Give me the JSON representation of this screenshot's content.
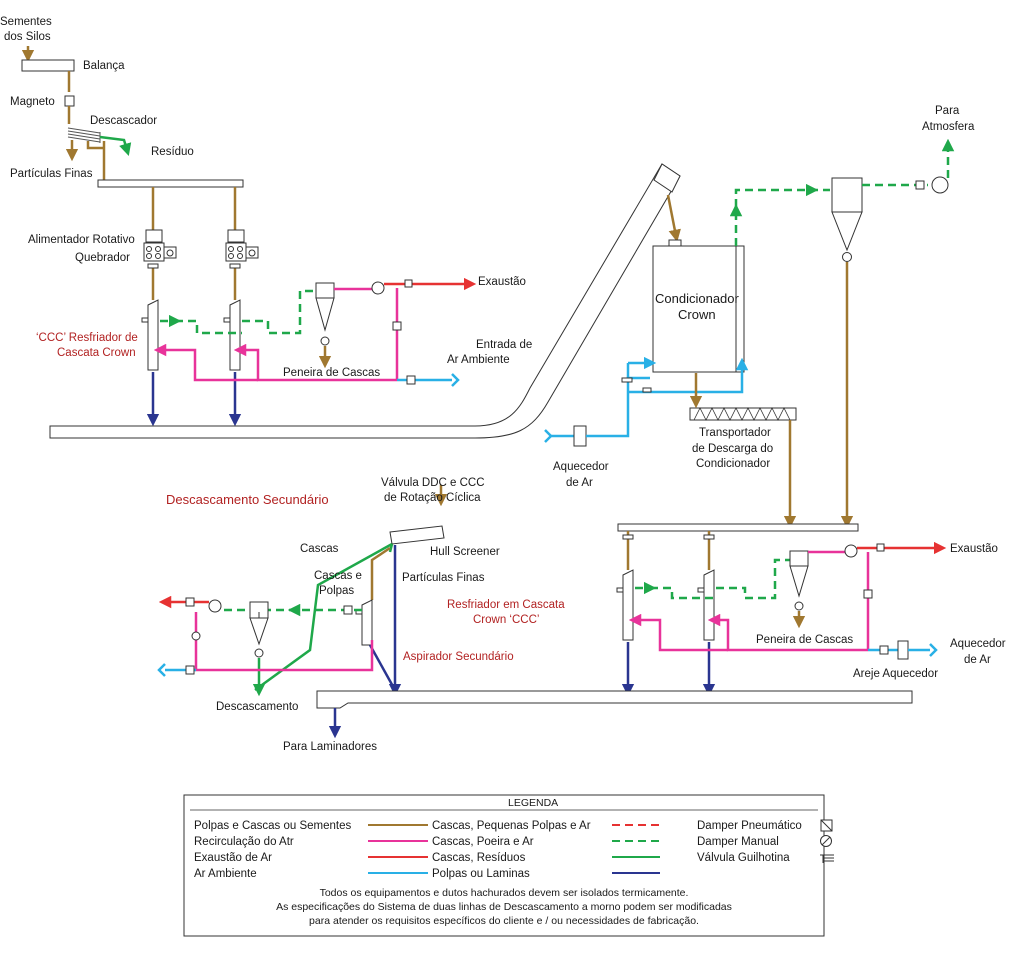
{
  "labels": {
    "sementes_1": "Sementes",
    "sementes_2": "dos Silos",
    "balanca": "Balança",
    "magneto": "Magneto",
    "descascador": "Descascador",
    "residuo": "Resíduo",
    "particulas_finas_top": "Partículas Finas",
    "alimentador": "Alimentador Rotativo",
    "quebrador": "Quebrador",
    "ccc1_1": "‘CCC’ Resfriador de",
    "ccc1_2": "Cascata Crown",
    "exaustao_top": "Exaustão",
    "entrada_1": "Entrada de",
    "entrada_2": "Ar Ambiente",
    "peneira_top": "Peneira de Cascas",
    "para_1": "Para",
    "para_2": "Atmosfera",
    "cond_1": "Condicionador",
    "cond_2": "Crown",
    "aquec_1": "Aquecedor",
    "aquec_2": "de Ar",
    "transp_1": "Transportador",
    "transp_2": "de Descarga do",
    "transp_3": "Condicionador",
    "desc_sec": "Descascamento Secundário",
    "valv_1": "Válvula DDC e CCC",
    "valv_2": "de Rotação Cíclica",
    "hull": "Hull Screener",
    "cascas": "Cascas",
    "cascas_polpas_1": "Cascas e",
    "cascas_polpas_2": "Polpas",
    "particulas_finas_mid": "Partículas Finas",
    "resfr_1": "Resfriador em Cascata",
    "resfr_2": "Crown ‘CCC’",
    "aspirador": "Aspirador Secundário",
    "descascamento": "Descascamento",
    "para_laminadores": "Para Laminadores",
    "exaustao_right": "Exaustão",
    "peneira_right": "Peneira de Cascas",
    "aquec_right_1": "Aquecedor",
    "aquec_right_2": "de Ar",
    "areje": "Areje Aquecedor"
  },
  "legend": {
    "title": "LEGENDA",
    "left": [
      "Polpas e Cascas ou Sementes",
      "Recirculação do Atr",
      "Exaustão de Ar",
      "Ar Ambiente"
    ],
    "middle": [
      "Cascas, Pequenas Polpas e Ar",
      "Cascas, Poeira e Ar",
      "Cascas, Resíduos",
      "Polpas ou Laminas"
    ],
    "right": [
      "Damper Pneumático",
      "Damper Manual",
      "Válvula Guilhotina"
    ],
    "notes": [
      "Todos os equipamentos e dutos hachurados devem ser isolados termicamente.",
      "As especificações do Sistema de duas linhas de Descascamento a morno podem ser modificadas",
      "para atender os requisitos específicos do cliente e / ou necessidades de fabricação."
    ]
  },
  "colors": {
    "brown": "#a07830",
    "magenta": "#e8339a",
    "red": "#e63232",
    "green": "#1fa84a",
    "cyan": "#29b0e6",
    "navy": "#2a3590",
    "label_red": "#b22222"
  }
}
